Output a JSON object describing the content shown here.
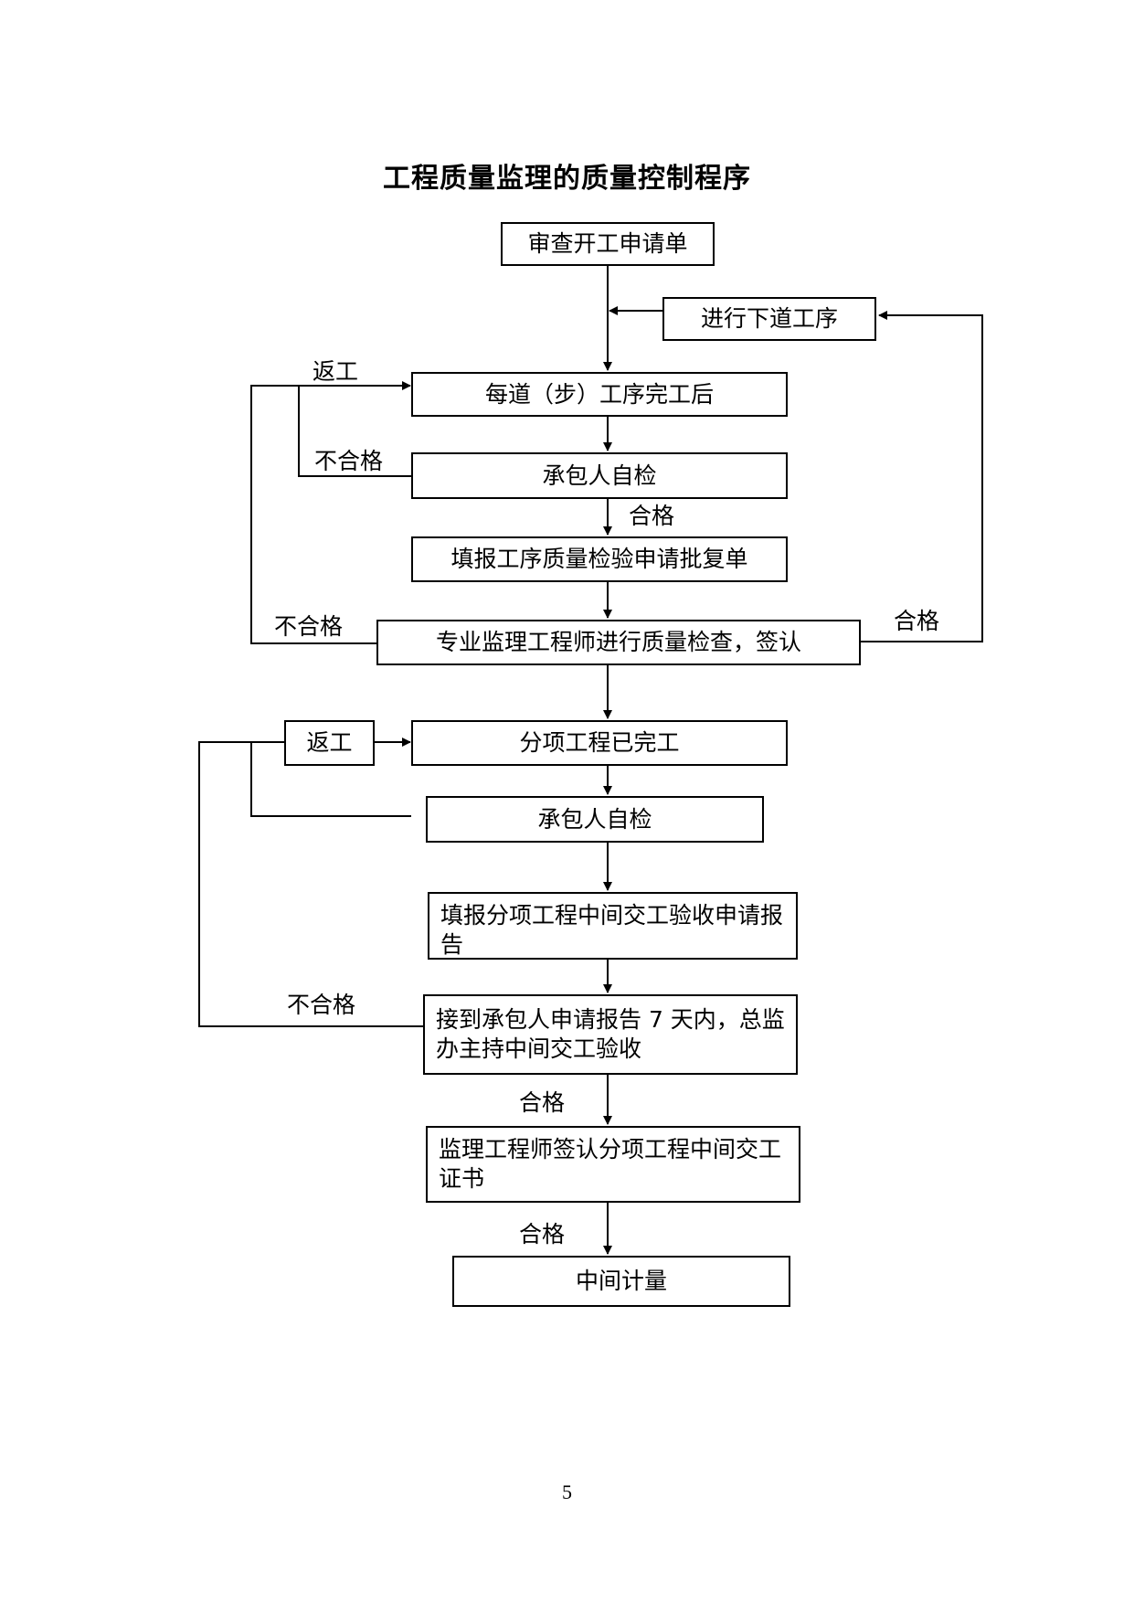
{
  "title": "工程质量监理的质量控制程序",
  "nodes": {
    "review_application": "审查开工申请单",
    "next_process": "进行下道工序",
    "process_complete": "每道（步）工序完工后",
    "self_check_1": "承包人自检",
    "fill_inspection_form": "填报工序质量检验申请批复单",
    "engineer_inspection": "专业监理工程师进行质量检查，签认",
    "sub_project_complete": "分项工程已完工",
    "self_check_2": "承包人自检",
    "fill_handover_report": "填报分项工程中间交工验收申请报告",
    "chief_acceptance": "接到承包人申请报告 7 天内，总监办主持中间交工验收",
    "engineer_certificate": "监理工程师签认分项工程中间交工证书",
    "interim_measurement": "中间计量",
    "rework_box": "返工"
  },
  "labels": {
    "rework_1": "返工",
    "fail_1": "不合格",
    "pass_1": "合格",
    "fail_2": "不合格",
    "pass_2": "合格",
    "fail_3": "不合格",
    "pass_3": "合格",
    "pass_4": "合格"
  },
  "page_number": "5"
}
